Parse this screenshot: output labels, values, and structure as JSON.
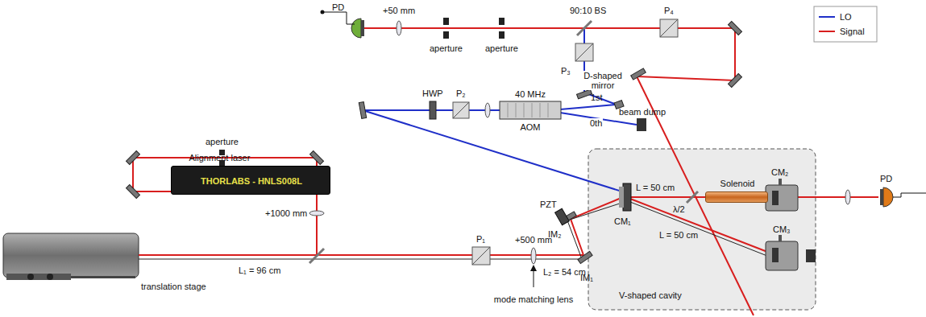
{
  "diagram": {
    "nodes": [
      {
        "text": [
          "40 MHz",
          "AOM"
        ]
      },
      {
        "text": [
          "Alignment laser",
          "THORLABS - HNLS008L"
        ]
      },
      {
        "text": [
          "V-shaped cavity"
        ]
      },
      {
        "text": [
          "Solenoid"
        ],
        "in": 2
      }
    ],
    "labels": [
      "PD",
      "+50 mm",
      "aperture",
      "aperture",
      "90:10 BS",
      "P₄",
      "P₃",
      "D-shaped mirror",
      "beam dump",
      "1st",
      "0th",
      "HWP",
      "P₂",
      "aperture",
      "+1000 mm",
      "L₁ = 96 cm",
      "translation stage",
      "P₁",
      "+500 mm",
      "mode matching lens",
      "L₂ = 54 cm",
      "IM₁",
      "IM₂",
      "PZT",
      "CM₁",
      "L = 50 cm",
      "λ/2",
      "L = 50 cm",
      "CM₂",
      "CM₃",
      "PD"
    ],
    "legend": [
      {
        "text": "LO"
      },
      {
        "text": "Signal"
      }
    ]
  }
}
